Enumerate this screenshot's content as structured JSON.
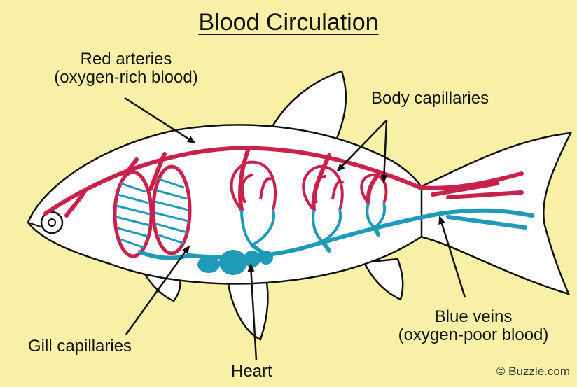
{
  "title": "Blood Circulation",
  "labels": {
    "red_arteries": "Red arteries",
    "red_arteries_note": "(oxygen-rich blood)",
    "body_capillaries": "Body capillaries",
    "blue_veins": "Blue veins",
    "blue_veins_note": "(oxygen-poor blood)",
    "gill_capillaries": "Gill capillaries",
    "heart": "Heart"
  },
  "credit": "© Buzzle.com",
  "colors": {
    "background": "#f7f0a6",
    "fish_body": "#ffffff",
    "artery": "#c8214b",
    "vein": "#1f9bb8",
    "outline": "#111111"
  }
}
